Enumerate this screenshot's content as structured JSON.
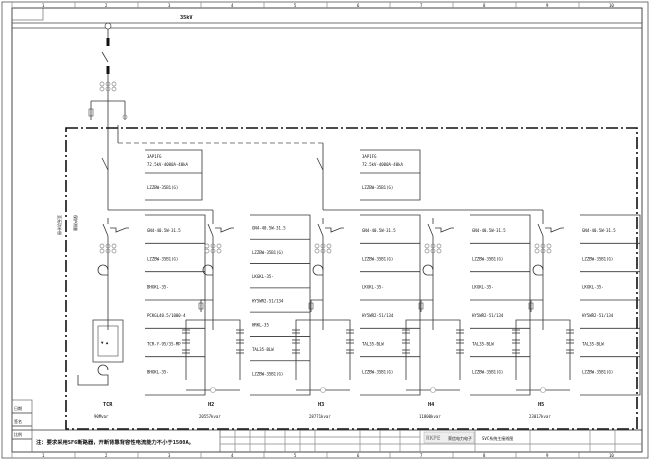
{
  "bus_label": "35kV",
  "column_numbers": [
    "1",
    "2",
    "3",
    "4",
    "5",
    "6",
    "7",
    "8",
    "9",
    "10"
  ],
  "incomer_boxes": [
    {
      "lines": [
        "3AP1FG",
        "72.5kV-4000A-40kA"
      ],
      "ct": "LZZBW-35B1(G)"
    },
    {
      "lines": [
        "3AP1FG",
        "72.5kV-4000A-40kA"
      ],
      "ct": "LZZBW-35B1(G)"
    }
  ],
  "side_labels": [
    "至无功补偿",
    "保护测量"
  ],
  "feeders": [
    {
      "name": "TCR",
      "rating": "90Mvar",
      "rows": [
        "GN4-40.5W-31.5",
        "LZZBW-35B1(G)",
        "BHGKL-35-",
        "PCKGL40.5/1000-4",
        "TCR-Y-95/35-MP",
        "BHGKL-35-"
      ]
    },
    {
      "name": "H2",
      "rating": "20557kvar",
      "rows": [
        "GN4-40.5W-31.5",
        "LZZBW-35B1(G)",
        "LKGKL-35-",
        "HY5WR2-51/134",
        "HRKL-35",
        "TAL35-BLW",
        "LZZBW-35B1(G)"
      ]
    },
    {
      "name": "H3",
      "rating": "28771kvar",
      "rows": [
        "GN4-40.5W-31.5",
        "LZZBW-35B1(G)",
        "LKGKL-35-",
        "HY5WR2-51/134",
        "TAL35-BLW",
        "LZZBW-35B1(G)"
      ]
    },
    {
      "name": "H4",
      "rating": "11800kvar",
      "rows": [
        "GN4-40.5W-31.5",
        "LZZBW-35B1(G)",
        "LKGKL-35-",
        "HY5WR2-51/134",
        "TAL35-BLW",
        "LZZBW-35B1(G)"
      ]
    },
    {
      "name": "H5",
      "rating": "23017kvar",
      "rows": [
        "GN4-40.5W-31.5",
        "LZZBW-35B1(G)",
        "LKGKL-35-",
        "HY5WR2-51/134",
        "TAL35-BLW",
        "LZZBW-35B1(G)"
      ]
    }
  ],
  "note": "注：要求采用SF6断路器，开断背靠背容性电流能力不小于1500A。",
  "title_block": {
    "logo": "RKPE",
    "company": "荣信电力电子",
    "drawing_title": "SVC系统主接线图",
    "left_marks": [
      "日期",
      "签名",
      "比例"
    ]
  }
}
